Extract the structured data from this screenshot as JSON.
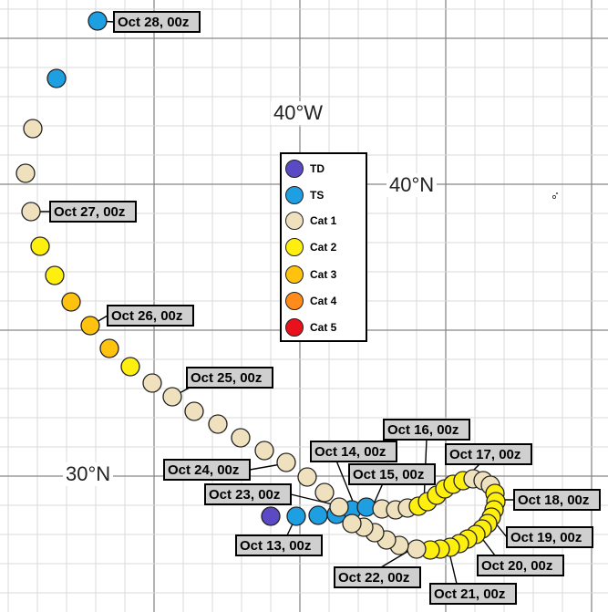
{
  "category_colors": {
    "TD": "#5a4bc4",
    "TS": "#1e9fe2",
    "Cat 1": "#f0e1be",
    "Cat 2": "#ffef0f",
    "Cat 3": "#ffc20e",
    "Cat 4": "#ff8c1a",
    "Cat 5": "#e8111c"
  },
  "map_labels": {
    "lon_40w": "40°W",
    "lat_40n": "40°N",
    "lat_30n": "30°N"
  },
  "legend": {
    "items": [
      {
        "label": "TD",
        "color": "#5a4bc4"
      },
      {
        "label": "TS",
        "color": "#1e9fe2"
      },
      {
        "label": "Cat 1",
        "color": "#f0e1be"
      },
      {
        "label": "Cat 2",
        "color": "#ffef0f"
      },
      {
        "label": "Cat 3",
        "color": "#ffc20e"
      },
      {
        "label": "Cat 4",
        "color": "#ff8c1a"
      },
      {
        "label": "Cat 5",
        "color": "#e8111c"
      }
    ]
  },
  "track_labels": [
    "Oct 13, 00z",
    "Oct 14, 00z",
    "Oct 15, 00z",
    "Oct 16, 00z",
    "Oct 17, 00z",
    "Oct 18, 00z",
    "Oct 19, 00z",
    "Oct 20, 00z",
    "Oct 21, 00z",
    "Oct 22, 00z",
    "Oct 23, 00z",
    "Oct 24, 00z",
    "Oct 25, 00z",
    "Oct 26, 00z",
    "Oct 27, 00z",
    "Oct 28, 00z"
  ]
}
